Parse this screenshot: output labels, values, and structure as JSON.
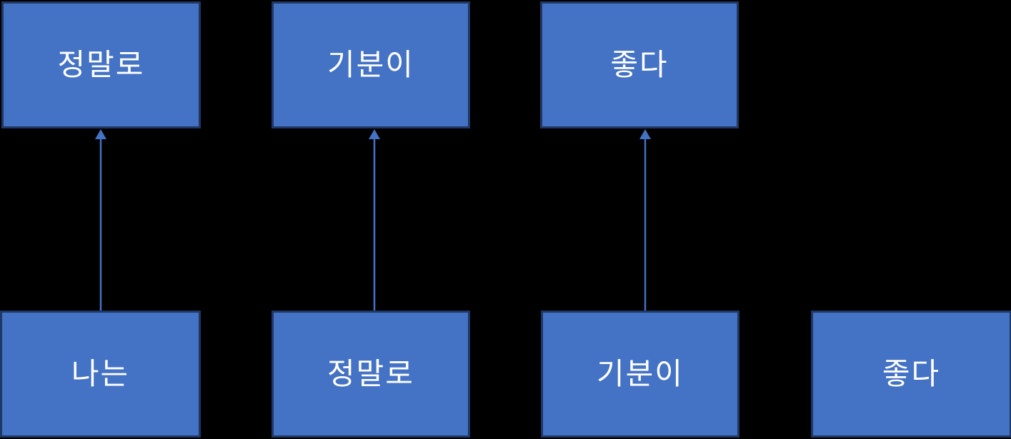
{
  "diagram": {
    "colors": {
      "background": "#000000",
      "box_fill": "#4472C4",
      "box_border": "#1F3864",
      "arrow": "#4472C4",
      "text": "#FFFFFF"
    },
    "top_row": [
      "정말로",
      "기분이",
      "좋다"
    ],
    "bottom_row": [
      "나는",
      "정말로",
      "기분이",
      "좋다"
    ],
    "arrows": [
      {
        "from": "나는",
        "to": "정말로"
      },
      {
        "from": "정말로",
        "to": "기분이"
      },
      {
        "from": "기분이",
        "to": "좋다"
      }
    ]
  }
}
